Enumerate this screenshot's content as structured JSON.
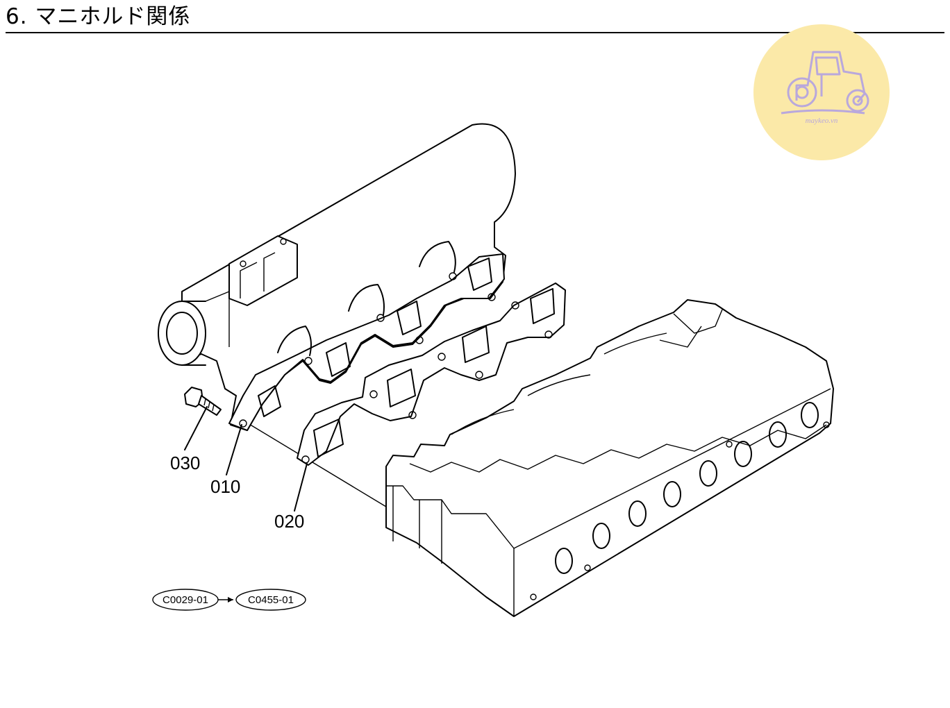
{
  "page": {
    "title": "6. マニホルド関係"
  },
  "logo": {
    "text": "maykeo.vn",
    "colors": {
      "circle": "#fbe9a8",
      "ink": "#b9a8dc"
    },
    "icon": "tractor-icon"
  },
  "parts": [
    {
      "number": "030",
      "name": "bolt"
    },
    {
      "number": "010",
      "name": "exhaust-manifold"
    },
    {
      "number": "020",
      "name": "manifold-gasket"
    }
  ],
  "references": {
    "from_code": "C0029-01",
    "to_code": "C0455-01",
    "arrow": "arrow-right-icon"
  }
}
